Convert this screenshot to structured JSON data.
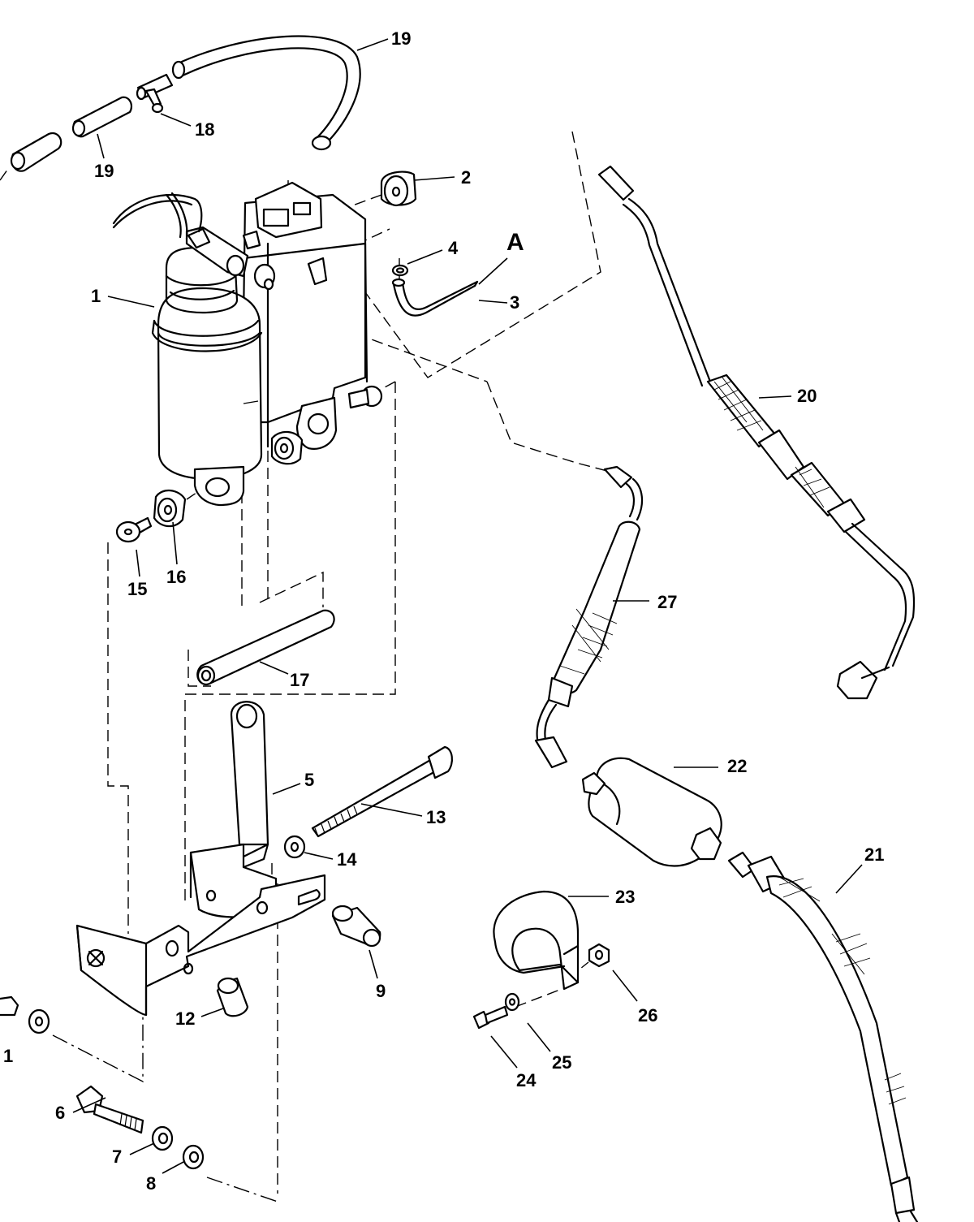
{
  "callouts": [
    {
      "id": "c1",
      "label": "1"
    },
    {
      "id": "c1b",
      "label": "1"
    },
    {
      "id": "c2",
      "label": "2"
    },
    {
      "id": "c3",
      "label": "3"
    },
    {
      "id": "c4",
      "label": "4"
    },
    {
      "id": "c5",
      "label": "5"
    },
    {
      "id": "c6",
      "label": "6"
    },
    {
      "id": "c7",
      "label": "7"
    },
    {
      "id": "c8",
      "label": "8"
    },
    {
      "id": "c9",
      "label": "9"
    },
    {
      "id": "c12",
      "label": "12"
    },
    {
      "id": "c13",
      "label": "13"
    },
    {
      "id": "c14",
      "label": "14"
    },
    {
      "id": "c15",
      "label": "15"
    },
    {
      "id": "c16",
      "label": "16"
    },
    {
      "id": "c17",
      "label": "17"
    },
    {
      "id": "c18",
      "label": "18"
    },
    {
      "id": "c19a",
      "label": "19"
    },
    {
      "id": "c19b",
      "label": "19"
    },
    {
      "id": "c20",
      "label": "20"
    },
    {
      "id": "c21",
      "label": "21"
    },
    {
      "id": "c22",
      "label": "22"
    },
    {
      "id": "c23",
      "label": "23"
    },
    {
      "id": "c24",
      "label": "24"
    },
    {
      "id": "c25",
      "label": "25"
    },
    {
      "id": "c26",
      "label": "26"
    },
    {
      "id": "c27",
      "label": "27"
    }
  ],
  "detail_marker": "A"
}
